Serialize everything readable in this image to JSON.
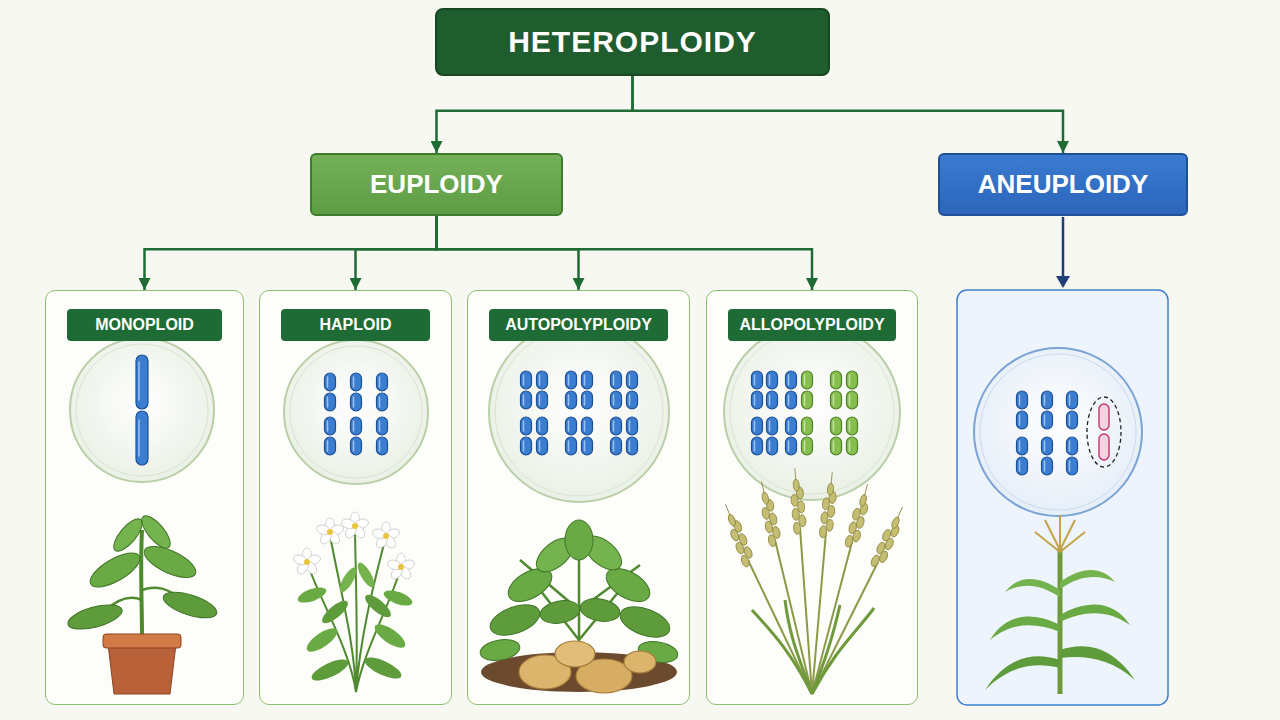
{
  "diagram": {
    "nodes": [
      {
        "text": [
          "HETEROPLOIDY"
        ]
      },
      {
        "text": [
          "EUPLOIDY"
        ]
      },
      {
        "text": [
          "ANEUPLOIDY"
        ]
      },
      {
        "text": [
          "MONOPLOID"
        ]
      },
      {
        "text": [
          "HAPLOID"
        ]
      },
      {
        "text": [
          "AUTOPOLYPLOIDY"
        ]
      },
      {
        "text": [
          "ALLOPOLYPLOIDY"
        ]
      }
    ],
    "edges": [
      {
        "from": 0,
        "to": 1,
        "arrow": "to"
      },
      {
        "from": 0,
        "to": 2,
        "arrow": "to"
      },
      {
        "from": 1,
        "to": 3,
        "arrow": "to"
      },
      {
        "from": 1,
        "to": 4,
        "arrow": "to"
      },
      {
        "from": 1,
        "to": 5,
        "arrow": "to"
      },
      {
        "from": 1,
        "to": 6,
        "arrow": "to"
      }
    ]
  }
}
